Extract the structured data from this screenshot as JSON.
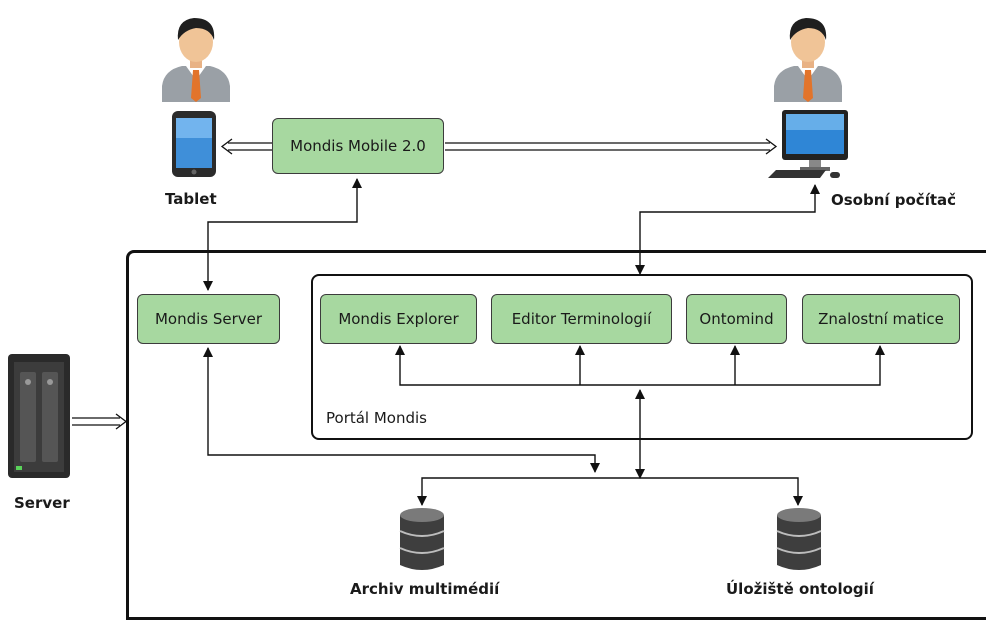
{
  "people": {
    "tablet_user": "user-icon",
    "pc_user": "user-icon"
  },
  "devices": {
    "tablet_label": "Tablet",
    "pc_label": "Osobní počítač",
    "server_label": "Server"
  },
  "nodes": {
    "mobile": "Mondis Mobile 2.0",
    "server": "Mondis Server",
    "explorer": "Mondis Explorer",
    "editor": "Editor Terminologií",
    "ontomind": "Ontomind",
    "matrix": "Znalostní matice"
  },
  "portal_label": "Portál Mondis",
  "storage": {
    "archive": "Archiv multimédií",
    "ontologies": "Úložiště ontologií"
  },
  "colors": {
    "node_fill": "#a7d8a0",
    "stroke": "#111111"
  }
}
